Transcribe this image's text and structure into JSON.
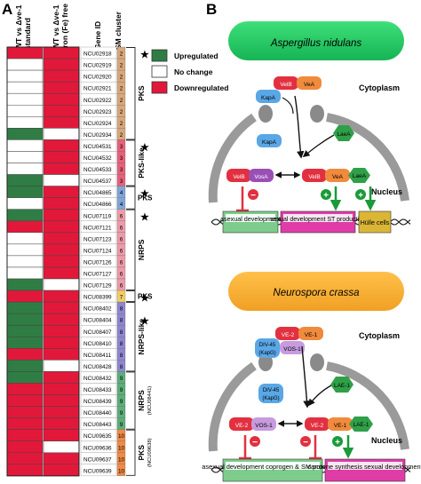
{
  "panel_a": {
    "label": "A",
    "headers": {
      "col1": "WT vs Δve-1",
      "col1_sub": "standard",
      "col2": "WT vs Δve-1",
      "col2_sub": "Iron (Fe) free",
      "gene_id": "Gene ID",
      "sm_cluster": "SM cluster"
    },
    "colors": {
      "up": "#2f7d44",
      "none": "#ffffff",
      "down": "#e2183a"
    },
    "rows": [
      {
        "gene": "NCU02918",
        "cl": "2",
        "c1": "down",
        "c2": "down",
        "star": true
      },
      {
        "gene": "NCU02919",
        "cl": "2",
        "c1": "none",
        "c2": "down"
      },
      {
        "gene": "NCU02920",
        "cl": "2",
        "c1": "none",
        "c2": "down"
      },
      {
        "gene": "NCU02921",
        "cl": "2",
        "c1": "none",
        "c2": "down"
      },
      {
        "gene": "NCU02922",
        "cl": "2",
        "c1": "none",
        "c2": "down"
      },
      {
        "gene": "NCU02923",
        "cl": "2",
        "c1": "none",
        "c2": "down"
      },
      {
        "gene": "NCU02924",
        "cl": "2",
        "c1": "none",
        "c2": "down"
      },
      {
        "gene": "NCU02934",
        "cl": "2",
        "c1": "up",
        "c2": "none"
      },
      {
        "gene": "NCU04531",
        "cl": "3",
        "c1": "none",
        "c2": "down",
        "star": true
      },
      {
        "gene": "NCU04532",
        "cl": "3",
        "c1": "none",
        "c2": "down"
      },
      {
        "gene": "NCU04533",
        "cl": "3",
        "c1": "none",
        "c2": "down"
      },
      {
        "gene": "NCU04537",
        "cl": "3",
        "c1": "up",
        "c2": "none"
      },
      {
        "gene": "NCU04865",
        "cl": "4",
        "c1": "up",
        "c2": "down",
        "star": true
      },
      {
        "gene": "NCU04866",
        "cl": "4",
        "c1": "none",
        "c2": "down"
      },
      {
        "gene": "NCU07119",
        "cl": "6",
        "c1": "up",
        "c2": "down",
        "star": true
      },
      {
        "gene": "NCU07121",
        "cl": "6",
        "c1": "down",
        "c2": "down"
      },
      {
        "gene": "NCU07123",
        "cl": "6",
        "c1": "none",
        "c2": "down"
      },
      {
        "gene": "NCU07124",
        "cl": "6",
        "c1": "none",
        "c2": "down"
      },
      {
        "gene": "NCU07126",
        "cl": "6",
        "c1": "none",
        "c2": "down"
      },
      {
        "gene": "NCU07127",
        "cl": "6",
        "c1": "none",
        "c2": "down"
      },
      {
        "gene": "NCU07129",
        "cl": "6",
        "c1": "up",
        "c2": "none"
      },
      {
        "gene": "NCU08399",
        "cl": "7",
        "c1": "down",
        "c2": "down",
        "star": true
      },
      {
        "gene": "NCU08402",
        "cl": "8",
        "c1": "up",
        "c2": "down"
      },
      {
        "gene": "NCU08404",
        "cl": "8",
        "c1": "up",
        "c2": "down",
        "star": true
      },
      {
        "gene": "NCU08407",
        "cl": "8",
        "c1": "up",
        "c2": "down"
      },
      {
        "gene": "NCU08410",
        "cl": "8",
        "c1": "up",
        "c2": "down"
      },
      {
        "gene": "NCU08411",
        "cl": "8",
        "c1": "down",
        "c2": "down"
      },
      {
        "gene": "NCU08428",
        "cl": "8",
        "c1": "up",
        "c2": "none"
      },
      {
        "gene": "NCU08432",
        "cl": "9",
        "c1": "up",
        "c2": "down"
      },
      {
        "gene": "NCU08433",
        "cl": "9",
        "c1": "down",
        "c2": "down"
      },
      {
        "gene": "NCU08439",
        "cl": "9",
        "c1": "down",
        "c2": "down"
      },
      {
        "gene": "NCU08440",
        "cl": "9",
        "c1": "down",
        "c2": "down"
      },
      {
        "gene": "NCU08443",
        "cl": "9",
        "c1": "down",
        "c2": "down"
      },
      {
        "gene": "NCU09635",
        "cl": "10",
        "c1": "down",
        "c2": "down"
      },
      {
        "gene": "NCU09636",
        "cl": "10",
        "c1": "down",
        "c2": "none"
      },
      {
        "gene": "NCU09637",
        "cl": "10",
        "c1": "down",
        "c2": "down"
      },
      {
        "gene": "NCU09639",
        "cl": "10",
        "c1": "down",
        "c2": "down"
      }
    ],
    "cluster_colors": {
      "2": "#d9a77a",
      "3": "#e8607a",
      "4": "#7fa6d8",
      "6": "#ef9aa8",
      "7": "#f1ce62",
      "8": "#8f86d0",
      "9": "#5dae7a",
      "10": "#f08a45"
    },
    "groups": [
      {
        "label": "PKS",
        "start": 0,
        "end": 7
      },
      {
        "label": "PKS-like",
        "start": 8,
        "end": 11
      },
      {
        "label": "PKS",
        "start": 12,
        "end": 13
      },
      {
        "label": "NRPS",
        "start": 14,
        "end": 20
      },
      {
        "label": "PKS",
        "start": 21,
        "end": 21
      },
      {
        "label": "NRPS-like",
        "start": 22,
        "end": 27
      },
      {
        "label": "NRPS",
        "sub": "(NCU08441)",
        "start": 28,
        "end": 32
      },
      {
        "label": "PKS",
        "sub": "(NCU09638)",
        "start": 33,
        "end": 36
      }
    ],
    "legend": [
      {
        "label": "Upregulated",
        "key": "up"
      },
      {
        "label": "No change",
        "key": "none"
      },
      {
        "label": "Downregulated",
        "key": "down"
      }
    ]
  },
  "panel_b": {
    "label": "B",
    "top": {
      "organism": "Aspergillus nidulans",
      "cytoplasm": "Cytoplasm",
      "nucleus": "Nucleus",
      "proteins": {
        "velb_c": "VelB",
        "vea_c": "VeA",
        "kapa_c": "KapA",
        "kapa_n": "KapA",
        "laea_c": "LaeA",
        "velb_l": "VelB",
        "vosa": "VosA",
        "velb_r": "VelB",
        "vea_r": "VeA",
        "laea_r": "LaeA"
      },
      "sign_plus": "+",
      "sign_minus": "−",
      "box_asexual": "asexual development",
      "box_sexual": "sexual development ST production",
      "box_hulle": "Hülle cells"
    },
    "bottom": {
      "organism": "Neurospora crassa",
      "cytoplasm": "Cytoplasm",
      "nucleus": "Nucleus",
      "proteins": {
        "ve2_c": "VE-2",
        "ve1_c": "VE-1",
        "div45_c": "DIV-45",
        "kapg_c": "(KapG)",
        "vos1_c": "VOS-1",
        "lae1_c": "LAE-1",
        "div45_n": "DIV-45",
        "kapg_n": "(KapG)",
        "ve2_l": "VE-2",
        "vos1_l": "VOS-1",
        "ve2_r": "VE-2",
        "ve1_r": "VE-1",
        "lae1_r": "LAE-1"
      },
      "box_asexual": "asexual development coprogen & SM production",
      "box_carotene": "carotene synthesis sexual development"
    }
  }
}
